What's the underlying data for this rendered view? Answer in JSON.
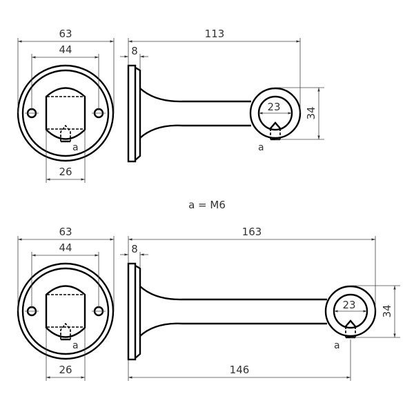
{
  "top": {
    "dims": {
      "overall_diameter": "63",
      "hole_spacing": "44",
      "slot_width": "26",
      "plate_thickness": "8",
      "projection": "113",
      "ring_inner": "23",
      "ring_outer": "34"
    },
    "thread_label_front": "a",
    "thread_label_side": "a"
  },
  "legend": "a = M6",
  "bottom": {
    "dims": {
      "overall_diameter": "63",
      "hole_spacing": "44",
      "slot_width": "26",
      "plate_thickness": "8",
      "projection": "163",
      "ring_center": "146",
      "ring_inner": "23",
      "ring_outer": "34"
    },
    "thread_label_front": "a",
    "thread_label_side": "a"
  }
}
